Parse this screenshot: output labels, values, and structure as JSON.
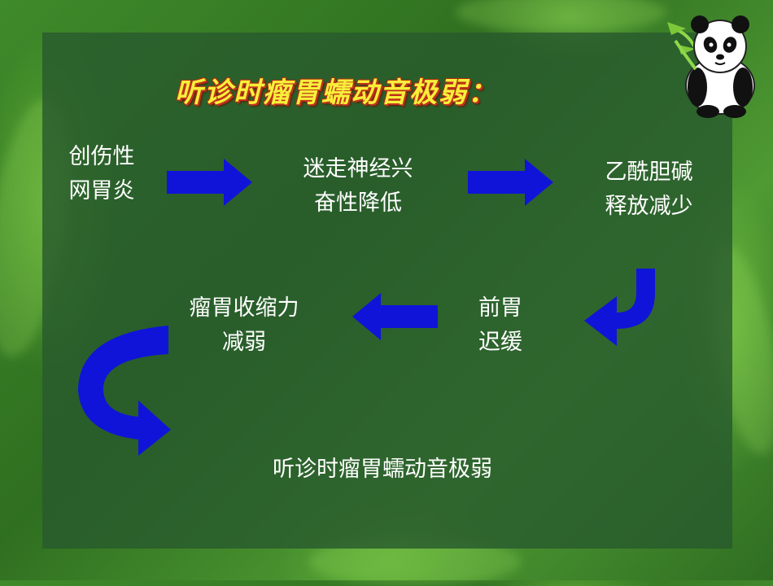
{
  "title": "听诊时瘤胃蠕动音极弱：",
  "nodes": {
    "n1": [
      "创伤性",
      "网胃炎"
    ],
    "n2": [
      "迷走神经兴",
      "奋性降低"
    ],
    "n3": [
      "乙酰胆碱",
      "释放减少"
    ],
    "n4": [
      "前胃",
      "迟缓"
    ],
    "n5": [
      "瘤胃收缩力",
      "减弱"
    ]
  },
  "conclusion": "听诊时瘤胃蠕动音极弱",
  "colors": {
    "arrow": "#1014d8",
    "title_text": "#f7ef3a",
    "title_outline": "#c0321c",
    "panel": "#2d5f30",
    "text": "#ffffff"
  },
  "icons": [
    "panda-icon",
    "arrow-right-icon",
    "arrow-left-icon",
    "curved-arrow-down-left-icon",
    "curved-arrow-down-right-icon"
  ]
}
